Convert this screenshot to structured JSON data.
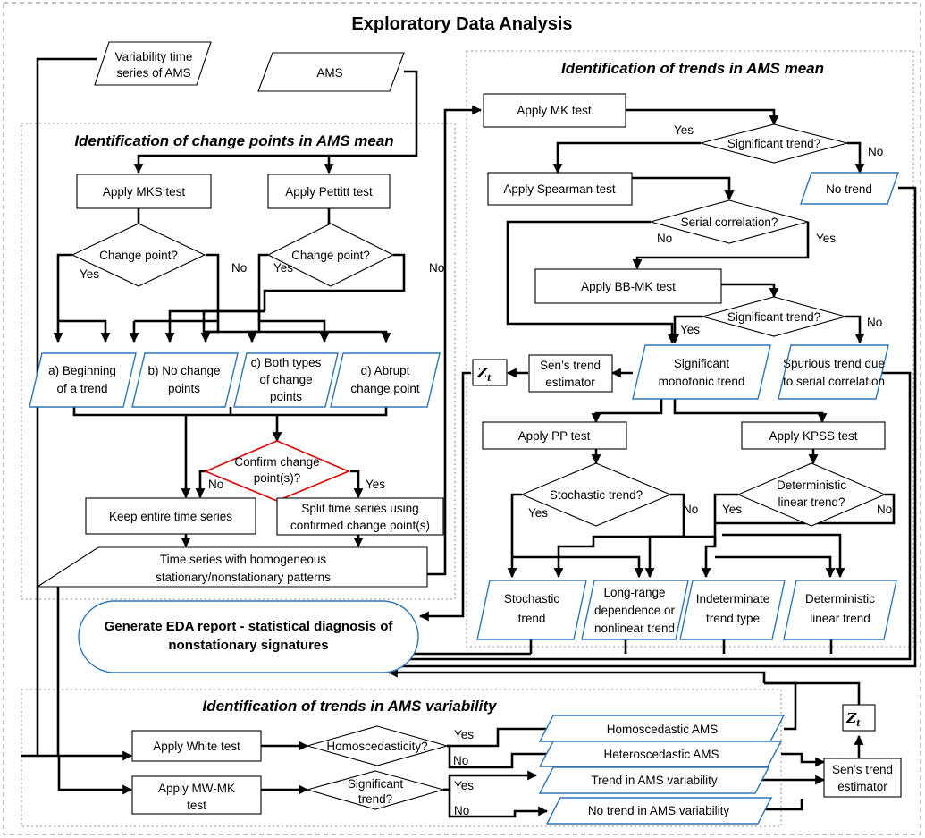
{
  "title": "Exploratory Data Analysis",
  "sections": {
    "change_points": "Identification of change points in AMS mean",
    "trends_mean": "Identification of trends in AMS mean",
    "trends_variability": "Identification of trends in AMS variability"
  },
  "nodes": {
    "variability_input": [
      "Variability time",
      "series of AMS"
    ],
    "ams_input": [
      "AMS"
    ],
    "mks_test": [
      "Apply MKS test"
    ],
    "pettitt_test": [
      "Apply Pettitt test"
    ],
    "mks_change_point": [
      "Change point?"
    ],
    "pettitt_change_point": [
      "Change point?"
    ],
    "beginning_trend": [
      "a) Beginning",
      "of a trend"
    ],
    "no_change_points": [
      "b) No change",
      "points"
    ],
    "both_types": [
      "c) Both types",
      "of change",
      "points"
    ],
    "abrupt_change": [
      "d) Abrupt",
      "change point"
    ],
    "confirm_change": [
      "Confirm change",
      "point(s)?"
    ],
    "keep_series": [
      "Keep entire time series"
    ],
    "split_series": [
      "Split time series using",
      "confirmed change point(s)"
    ],
    "homogeneous_series": [
      "Time series with homogeneous",
      "stationary/nonstationary patterns"
    ],
    "eda_report": [
      "Generate EDA report - statistical diagnosis of",
      "nonstationary signatures"
    ],
    "mk_test": [
      "Apply MK test"
    ],
    "significant_trend_1": [
      "Significant trend?"
    ],
    "no_trend": [
      "No trend"
    ],
    "spearman_test": [
      "Apply Spearman test"
    ],
    "serial_correlation": [
      "Serial correlation?"
    ],
    "bbmk_test": [
      "Apply BB-MK test"
    ],
    "significant_trend_2": [
      "Significant trend?"
    ],
    "sens_estimator_1": [
      "Sen’s trend",
      "estimator"
    ],
    "significant_monotonic": [
      "Significant",
      "monotonic trend"
    ],
    "spurious_trend": [
      "Spurious trend due",
      "to serial correlation"
    ],
    "pp_test": [
      "Apply PP test"
    ],
    "kpss_test": [
      "Apply KPSS test"
    ],
    "stochastic_trend_q": [
      "Stochastic trend?"
    ],
    "deterministic_q": [
      "Deterministic",
      "linear trend?"
    ],
    "stochastic_trend": [
      "Stochastic",
      "trend"
    ],
    "long_range": [
      "Long-range",
      "dependence or",
      "nonlinear trend"
    ],
    "indeterminate": [
      "Indeterminate",
      "trend type"
    ],
    "deterministic_trend": [
      "Deterministic",
      "linear trend"
    ],
    "white_test": [
      "Apply White test"
    ],
    "homoscedasticity_q": [
      "Homoscedasticity?"
    ],
    "homoscedastic": [
      "Homoscedastic AMS"
    ],
    "heteroscedastic": [
      "Heteroscedastic AMS"
    ],
    "mwmk_test": [
      "Apply MW-MK",
      "test"
    ],
    "significant_trend_3": [
      "Significant",
      "trend?"
    ],
    "trend_variability": [
      "Trend in AMS variability"
    ],
    "no_trend_variability": [
      "No trend in AMS variability"
    ],
    "sens_estimator_2": [
      "Sen’s trend",
      "estimator"
    ]
  },
  "symbols": {
    "zt_1": "Z",
    "zt_1_sub": "t",
    "zt_2": "Z",
    "zt_2_sub": "t"
  },
  "labels": {
    "mks_yes": "Yes",
    "mks_no": "No",
    "pettitt_yes": "Yes",
    "pettitt_no": "No",
    "confirm_no": "No",
    "confirm_yes": "Yes",
    "sig1_yes": "Yes",
    "sig1_no": "No",
    "serial_no": "No",
    "serial_yes": "Yes",
    "sig2_yes": "Yes",
    "sig2_no": "No",
    "stoch_yes": "Yes",
    "stoch_no": "No",
    "det_yes": "Yes",
    "det_no": "No",
    "homo_yes": "Yes",
    "homo_no": "No",
    "sig3_yes": "Yes",
    "sig3_no": "No"
  },
  "colors": {
    "accent_blue": "#2e75b6",
    "highlight_red": "#e00000",
    "frame_grey": "#a9a9a9"
  }
}
